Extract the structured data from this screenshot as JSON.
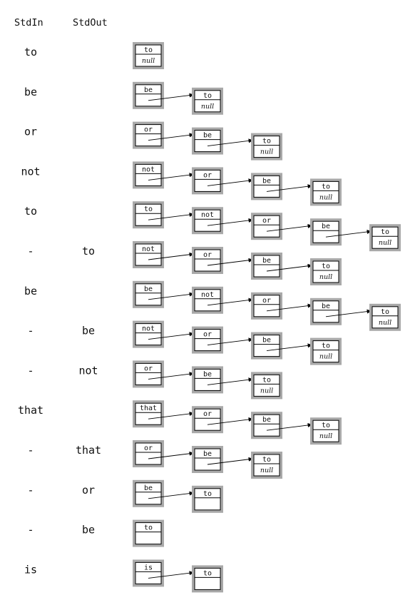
{
  "headers": {
    "stdin": "StdIn",
    "stdout": "StdOut"
  },
  "null_label": "null",
  "rows": [
    {
      "input": "to",
      "output": "",
      "list": [
        "to"
      ]
    },
    {
      "input": "be",
      "output": "",
      "list": [
        "be",
        "to"
      ]
    },
    {
      "input": "or",
      "output": "",
      "list": [
        "or",
        "be",
        "to"
      ]
    },
    {
      "input": "not",
      "output": "",
      "list": [
        "not",
        "or",
        "be",
        "to"
      ]
    },
    {
      "input": "to",
      "output": "",
      "list": [
        "to",
        "not",
        "or",
        "be",
        "to"
      ]
    },
    {
      "input": "-",
      "output": "to",
      "list": [
        "not",
        "or",
        "be",
        "to"
      ]
    },
    {
      "input": "be",
      "output": "",
      "list": [
        "be",
        "not",
        "or",
        "be",
        "to"
      ]
    },
    {
      "input": "-",
      "output": "be",
      "list": [
        "not",
        "or",
        "be",
        "to"
      ]
    },
    {
      "input": "-",
      "output": "not",
      "list": [
        "or",
        "be",
        "to"
      ]
    },
    {
      "input": "that",
      "output": "",
      "list": [
        "that",
        "or",
        "be",
        "to"
      ]
    },
    {
      "input": "-",
      "output": "that",
      "list": [
        "or",
        "be",
        "to"
      ]
    },
    {
      "input": "-",
      "output": "or",
      "list": [
        "be",
        "to"
      ],
      "show_null": false
    },
    {
      "input": "-",
      "output": "be",
      "list": [
        "to"
      ],
      "show_null": false
    },
    {
      "input": "is",
      "output": "",
      "list": [
        "is",
        "to"
      ],
      "show_null": false
    }
  ]
}
